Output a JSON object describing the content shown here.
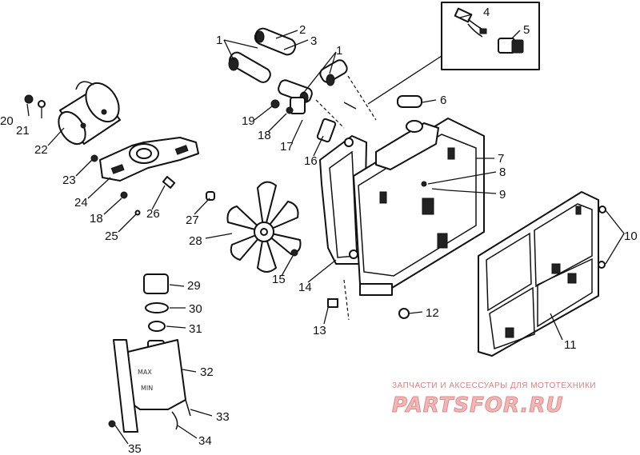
{
  "callouts": {
    "c1a": "1",
    "c1b": "1",
    "c2": "2",
    "c3": "3",
    "c4": "4",
    "c5": "5",
    "c6": "6",
    "c7": "7",
    "c8": "8",
    "c9": "9",
    "c10": "10",
    "c11": "11",
    "c12": "12",
    "c13": "13",
    "c14": "14",
    "c15": "15",
    "c16": "16",
    "c17": "17",
    "c18a": "18",
    "c18b": "18",
    "c19": "19",
    "c20": "20",
    "c21": "21",
    "c22": "22",
    "c23": "23",
    "c24": "24",
    "c25": "25",
    "c26": "26",
    "c27": "27",
    "c28": "28",
    "c29": "29",
    "c30": "30",
    "c31": "31",
    "c32": "32",
    "c33": "33",
    "c34": "34",
    "c35": "35"
  },
  "tank_marks": {
    "max": "MAX",
    "min": "MIN"
  },
  "watermark": {
    "caption": "ЗАПЧАСТИ И АКСЕССУАРЫ ДЛЯ МОТОТЕХНИКИ",
    "logo": "PARTSFOR.RU"
  }
}
